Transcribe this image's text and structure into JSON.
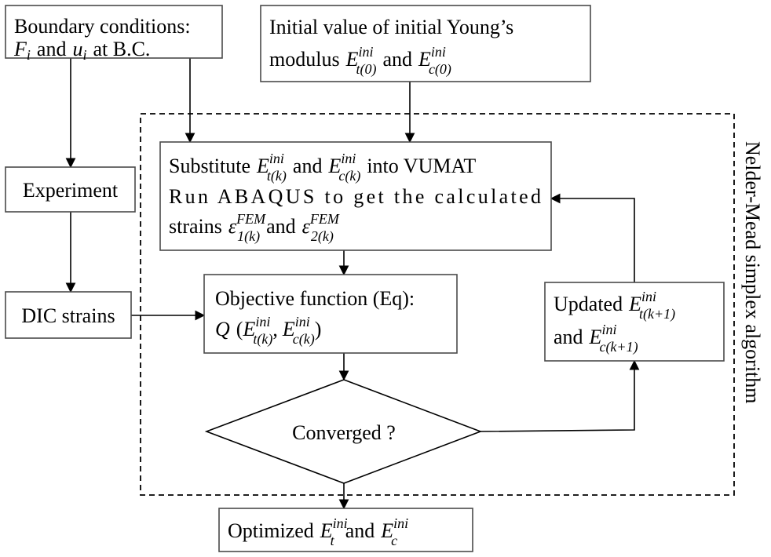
{
  "boxes": {
    "boundary": {
      "line1": "Boundary conditions:",
      "line2_var1": "F",
      "line2_sub1": "i",
      "line2_mid": "and",
      "line2_var2": "u",
      "line2_sub2": "i",
      "line2_tail": "at B.C."
    },
    "initial": {
      "line1": "Initial value of initial Young’s",
      "line2_pre": "modulus",
      "var": "E",
      "sup": "ini",
      "sub_t": "t(0)",
      "and": "and",
      "sub_c": "c(0)"
    },
    "experiment": {
      "label": "Experiment"
    },
    "dic": {
      "label": "DIC strains"
    },
    "substitute": {
      "l1_pre": "Substitute",
      "var": "E",
      "sup": "ini",
      "sub_t": "t(k)",
      "and": "and",
      "sub_c": "c(k)",
      "l1_post": "into VUMAT",
      "l2": "Run ABAQUS to get the calculated",
      "l3_pre": "strains",
      "eps": "ε",
      "eps_sup": "FEM",
      "eps_sub1": "1(k)",
      "l3_and": "and",
      "eps_sub2": "2(k)"
    },
    "objective": {
      "line1": "Objective function (Eq):",
      "q": "Q",
      "open": "(",
      "var": "E",
      "sup": "ini",
      "sub_t": "t(k)",
      "comma": ",",
      "sub_c": "c(k)",
      "close": ")"
    },
    "updated": {
      "l1_pre": "Updated",
      "var": "E",
      "sup": "ini",
      "sub_t": "t(k+1)",
      "l2_pre": "and",
      "sub_c": "c(k+1)"
    },
    "converged": {
      "label": "Converged ?"
    },
    "optimized": {
      "pre": "Optimized",
      "var": "E",
      "sup": "ini",
      "sub_t": "t",
      "and": "and",
      "sub_c": "c"
    }
  },
  "loop_label": "Nelder-Mead simplex algorithm"
}
